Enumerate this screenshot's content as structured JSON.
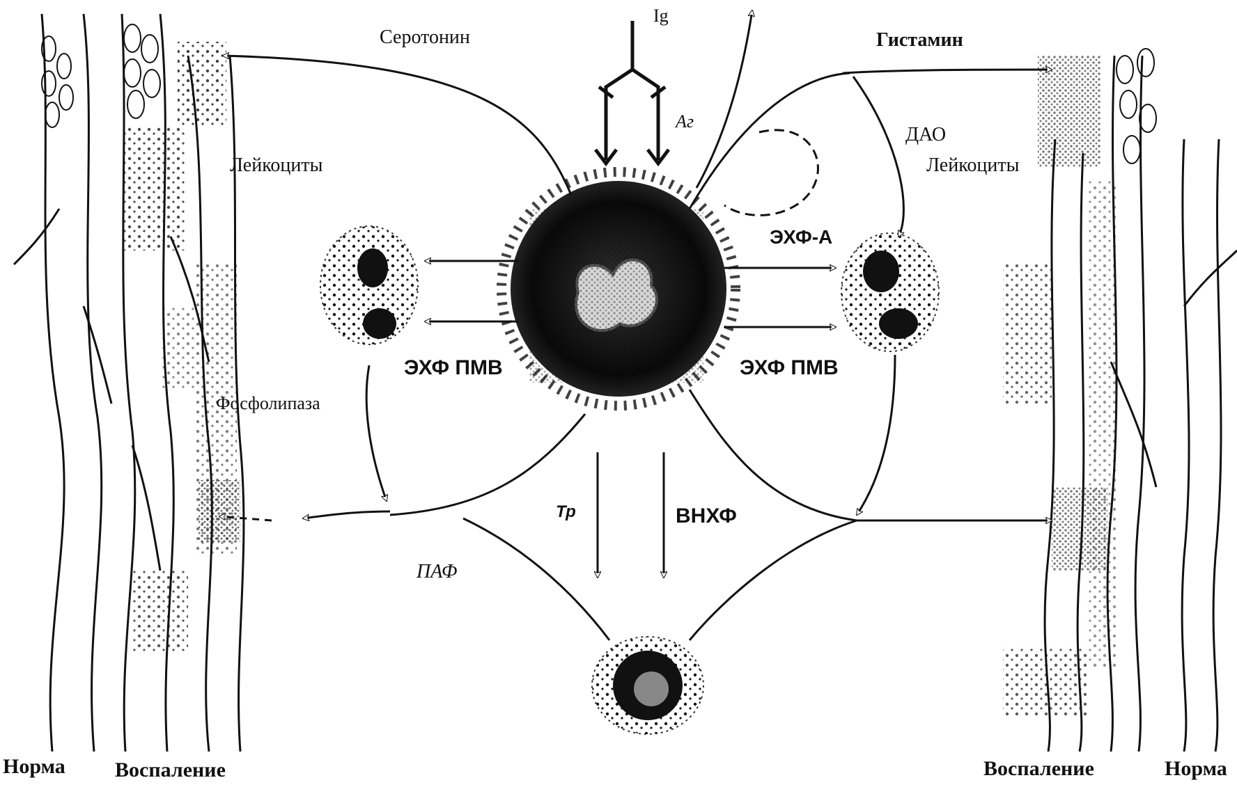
{
  "labels": {
    "serotonin": "Серотонин",
    "histamine": "Гистамин",
    "ig": "Ig",
    "ag": "Аг",
    "dao": "ДАО",
    "leukocytes_left": "Лейкоциты",
    "leukocytes_right": "Лейкоциты",
    "ecf_a": "ЭХФ-А",
    "ecf_pmv_left": "ЭХФ ПМВ",
    "ecf_pmv_right": "ЭХФ ПМВ",
    "phospholipase": "Фосфолипаза",
    "paf": "ПАФ",
    "tr": "Тр",
    "vnhf": "ВНХФ",
    "norm_left": "Норма",
    "inflammation_left": "Воспаление",
    "inflammation_right": "Воспаление",
    "norm_right": "Норма"
  },
  "colors": {
    "ink": "#111111",
    "vessel_fill": "#f2f2f2",
    "dots": "#1a1a1a"
  }
}
